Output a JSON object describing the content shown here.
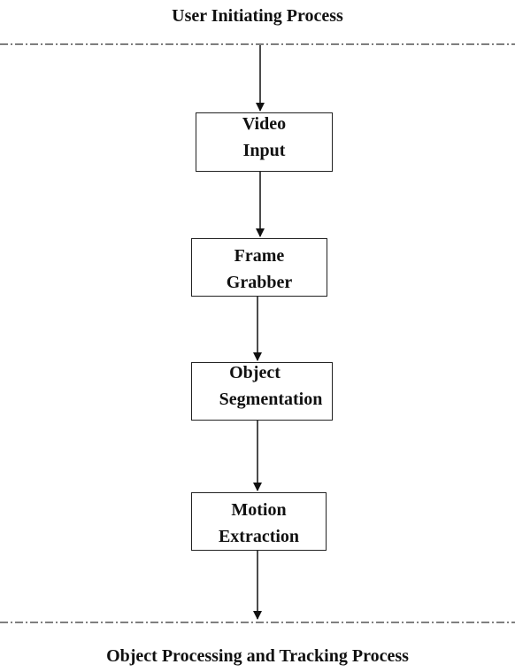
{
  "headings": {
    "top": "User Initiating Process",
    "bottom": "Object Processing and Tracking Process"
  },
  "boxes": {
    "video_input": {
      "line1": "Video",
      "line2": "Input"
    },
    "frame_grabber": {
      "line1": "Frame",
      "line2": "Grabber"
    },
    "object_segmentation": {
      "line1": "Object",
      "line2": "Segmentation"
    },
    "motion_extraction": {
      "line1": "Motion",
      "line2": "Extraction"
    }
  }
}
